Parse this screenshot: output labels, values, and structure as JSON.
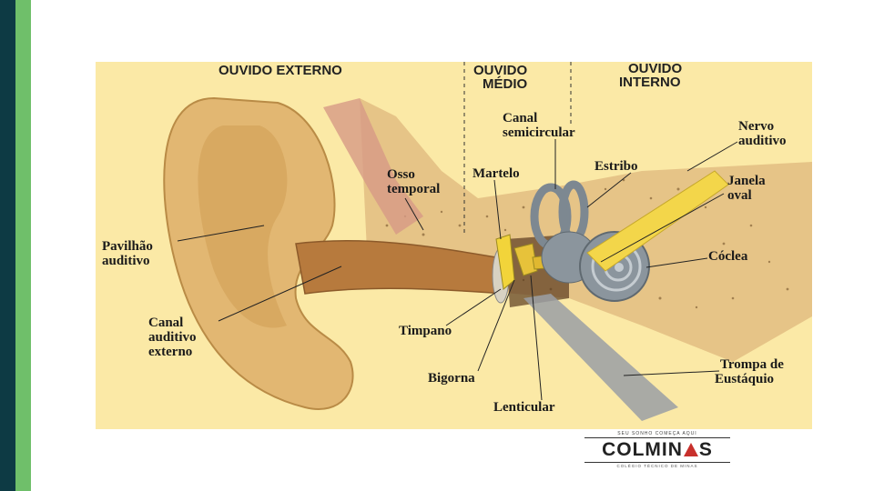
{
  "diagram": {
    "sections": {
      "external": "OUVIDO EXTERNO",
      "middle_line1": "OUVIDO",
      "middle_line2": "MÉDIO",
      "internal_line1": "OUVIDO",
      "internal_line2": "INTERNO"
    },
    "labels": {
      "canal_semicircular_1": "Canal",
      "canal_semicircular_2": "semicircular",
      "nervo_auditivo_1": "Nervo",
      "nervo_auditivo_2": "auditivo",
      "estribo": "Estribo",
      "osso_temporal_1": "Osso",
      "osso_temporal_2": "temporal",
      "martelo": "Martelo",
      "janela_oval_1": "Janela",
      "janela_oval_2": "oval",
      "pavilhao_1": "Pavilhão",
      "pavilhao_2": "auditivo",
      "coclea": "Cóclea",
      "canal_auditivo_1": "Canal",
      "canal_auditivo_2": "auditivo",
      "canal_auditivo_3": "externo",
      "timpano": "Timpano",
      "bigorna": "Bigorna",
      "lenticular": "Lenticular",
      "trompa_1": "Trompa de",
      "trompa_2": "Eustáquio"
    }
  },
  "logo": {
    "tagline": "SEU SONHO COMEÇA AQUI",
    "name_left": "COLMIN",
    "name_right": "S",
    "subtitle": "COLÉGIO TÉCNICO DE MINAS"
  },
  "colors": {
    "sidebar_dark": "#0d3a44",
    "sidebar_green": "#6fbf6a",
    "diagram_bg": "#fbe9a6",
    "logo_accent": "#c8302c"
  }
}
